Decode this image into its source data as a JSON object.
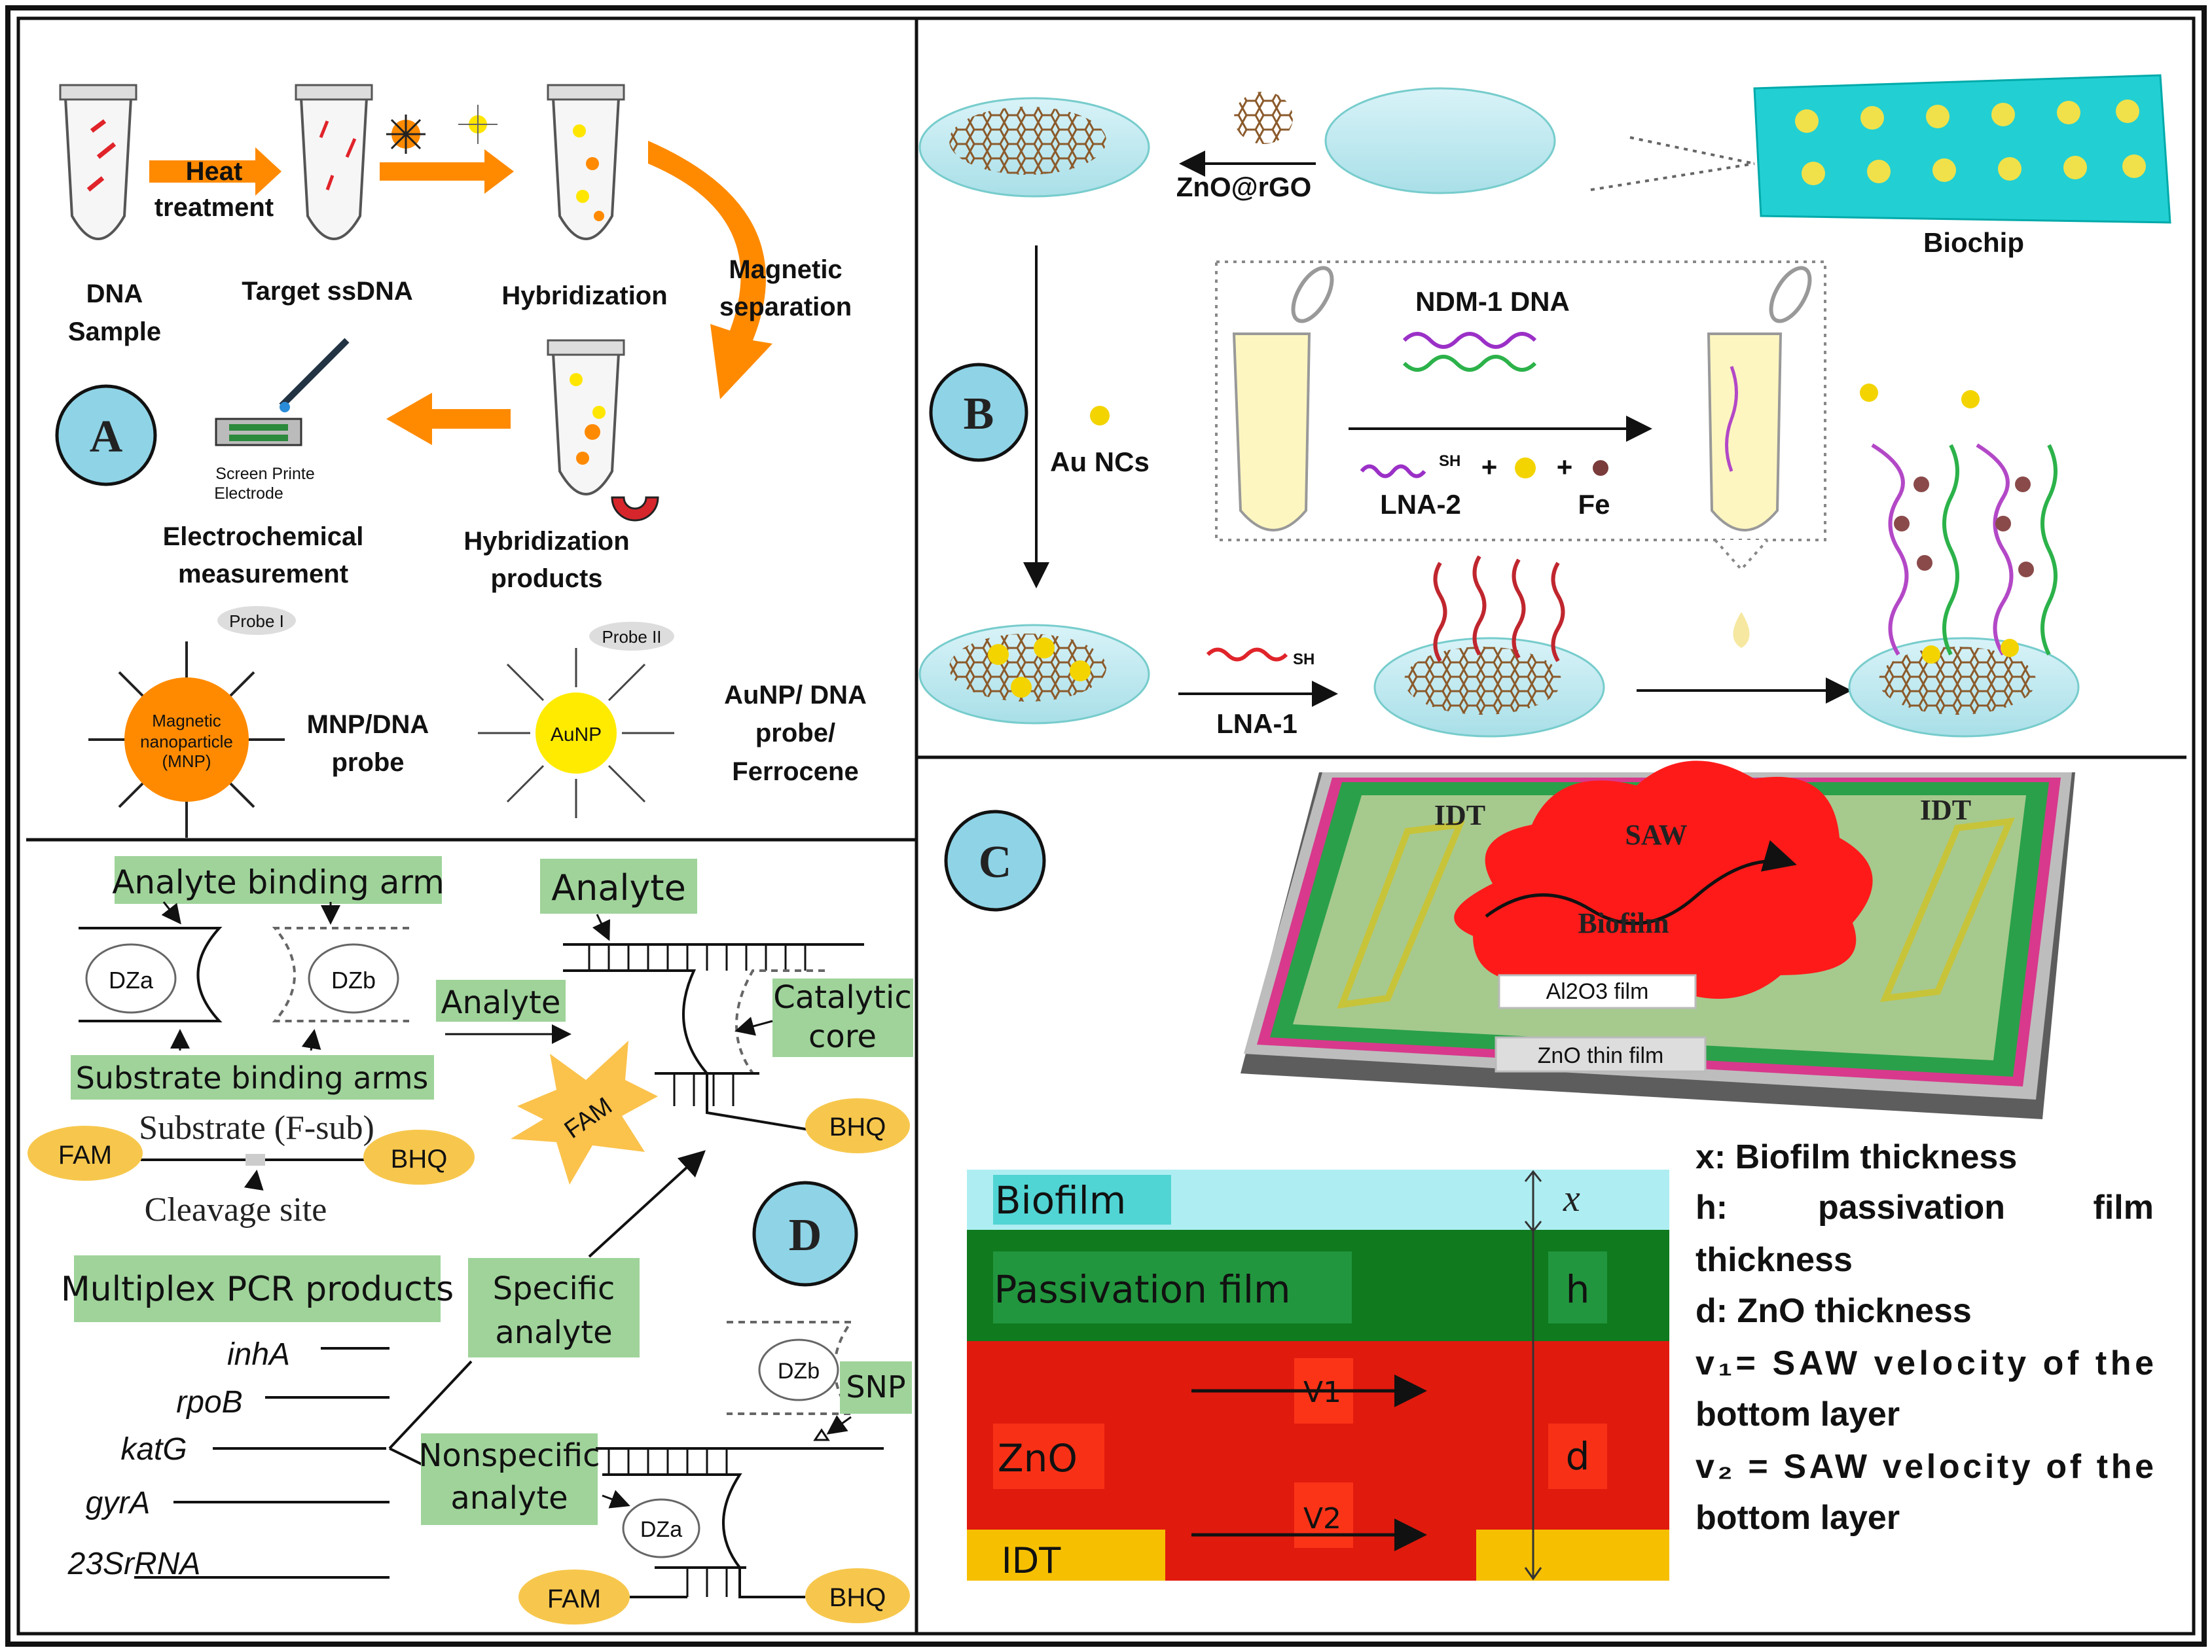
{
  "panelA": {
    "badge": "A",
    "heat": "Heat",
    "treatment": "treatment",
    "dna": "DNA",
    "sample": "Sample",
    "target": "Target ssDNA",
    "hybridization": "Hybridization",
    "magnetic": "Magnetic",
    "separation": "separation",
    "spe1": "Screen Printe",
    "spe2": "Electrode",
    "electro1": "Electrochemical",
    "electro2": "measurement",
    "hybprod1": "Hybridization",
    "hybprod2": "products",
    "probe1": "Probe I",
    "probe2": "Probe II",
    "mnp1": "Magnetic",
    "mnp2": "nanoparticle",
    "mnp3": "(MNP)",
    "mnpdna1": "MNP/DNA",
    "mnpdna2": "probe",
    "aunp": "AuNP",
    "aunpdna1": "AuNP/ DNA",
    "aunpdna2": "probe/",
    "aunpdna3": "Ferrocene"
  },
  "panelB": {
    "badge": "B",
    "zno": "ZnO@rGO",
    "biochip": "Biochip",
    "aunc": "Au NCs",
    "ndm": "NDM-1 DNA",
    "sh": "SH",
    "lna2": "LNA-2",
    "fe": "Fe",
    "lna1": "LNA-1",
    "plus": "+"
  },
  "panelC": {
    "badge": "C",
    "idt_left": "IDT",
    "idt_right": "IDT",
    "saw": "SAW",
    "biofilm_blob": "Biofilm",
    "al2o3": "Al2O3 film",
    "zno_thin": "ZnO thin film",
    "layer_biofilm": "Biofilm",
    "layer_passivation": "Passivation film",
    "layer_zno": "ZnO",
    "layer_idt": "IDT",
    "dim_x": "x",
    "dim_h": "h",
    "dim_d": "d",
    "v1": "V1",
    "v2": "V2",
    "legend1": "x: Biofilm thickness",
    "legend2a": "h:",
    "legend2b": "passivation",
    "legend2c": "film",
    "legend3": "thickness",
    "legend4": "d: ZnO thickness",
    "legend5": "v₁= SAW velocity of the",
    "legend6": "bottom layer",
    "legend7": "v₂ = SAW velocity of the",
    "legend8": "bottom layer"
  },
  "panelD": {
    "badge": "D",
    "arm": "Analyte binding arm",
    "dza": "DZa",
    "dzb": "DZb",
    "substrate_arms": "Substrate binding arms",
    "substrate": "Substrate (F-sub)",
    "fam": "FAM",
    "bhq": "BHQ",
    "cleavage": "Cleavage site",
    "analyte_top": "Analyte",
    "analyte_mid": "Analyte",
    "catalytic1": "Catalytic",
    "catalytic2": "core",
    "multiplex": "Multiplex PCR products",
    "specific1": "Specific",
    "specific2": "analyte",
    "nonspecific1": "Nonspecific",
    "nonspecific2": "analyte",
    "snp": "SNP",
    "genes": [
      "inhA",
      "rpoB",
      "katG",
      "gyrA",
      "23SrRNA"
    ]
  },
  "colors": {
    "badge": "#8fd3e6",
    "label_green": "#9fd39a",
    "orange": "#ff8a00",
    "biofilm": "#aeeef2",
    "passivation": "#0f7a1e",
    "zno": "#e11a0e",
    "idt": "#f6c000",
    "fam": "#f7c74d"
  }
}
